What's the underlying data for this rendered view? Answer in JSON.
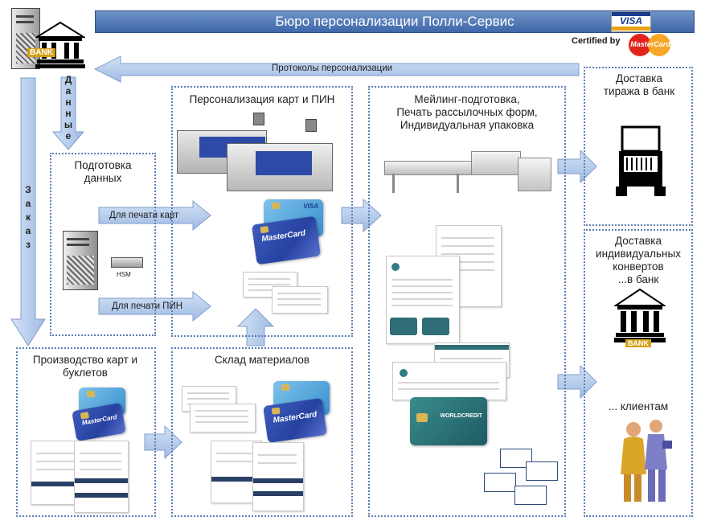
{
  "title": "Бюро персонализации Полли-Сервис",
  "certified": {
    "text": "Certified by",
    "visa": "VISA",
    "mastercard": "MasterCard"
  },
  "bank_label": "BANK",
  "protocols_label": "Протоколы персонализации",
  "data_label": "Данные",
  "order_label": "Заказ",
  "prep": {
    "title": "Подготовка данных",
    "hsm": "HSM",
    "to_cards": "Для печати карт",
    "to_pin": "Для печати ПИН"
  },
  "perso": {
    "title": "Персонализация карт и ПИН"
  },
  "mailing": {
    "title_lines": [
      "Мейлинг-подготовка,",
      "Печать рассылочных форм,",
      "Индивидуальная упаковка"
    ],
    "card_brand": "WORLDCREDIT"
  },
  "production": {
    "title": "Производство карт и буклетов"
  },
  "warehouse": {
    "title": "Склад материалов"
  },
  "delivery_bank": {
    "title": "Доставка тиража в банк"
  },
  "delivery_env": {
    "title_lines": [
      "Доставка",
      "индивидуальных",
      "конвертов",
      "...в банк"
    ],
    "bank_label": "BANK"
  },
  "clients": {
    "title": "... клиентам"
  },
  "card_text": {
    "mastercard": "MasterCard",
    "visa": "VISA"
  },
  "colors": {
    "arrow_fill": "#b8cdeb",
    "arrow_stroke": "#7f9dcc",
    "box_border": "#5b7fb5",
    "title_bar": "#4a6fae"
  }
}
